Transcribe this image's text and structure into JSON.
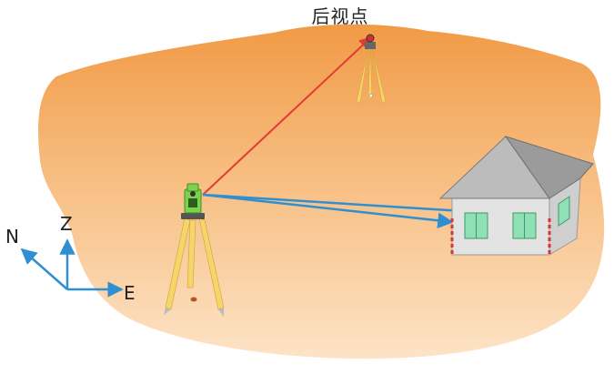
{
  "labels": {
    "backsight": "后视点",
    "north": "N",
    "zenith": "Z",
    "east": "E"
  },
  "colors": {
    "ground_top": "#f19a45",
    "ground_bottom": "#fde3c6",
    "backsight_ray": "#e53935",
    "measure_ray": "#2f8fd0",
    "axes": "#2f8fd0",
    "instrument": "#7bd34b",
    "tripod_leg": "#f6d66a",
    "house_wall": "#e3e3e3",
    "house_roof": "#9b9b9b",
    "window": "#8fe0b4",
    "marker": "#d43a2f"
  },
  "icons": {
    "instrument": "total-station-icon",
    "prism": "prism-target-icon",
    "house": "house-icon"
  }
}
